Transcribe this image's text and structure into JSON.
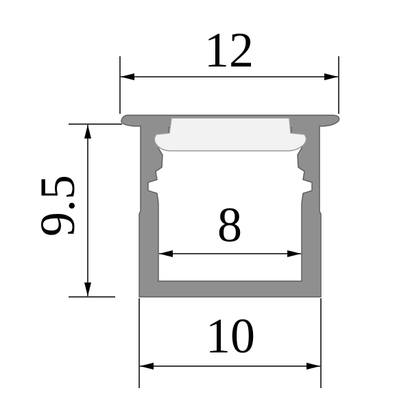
{
  "dimensions": {
    "top_width": "12",
    "height": "9.5",
    "inner_width": "8",
    "bottom_width": "10"
  },
  "colors": {
    "profile_fill": "#8f8f8f",
    "profile_stroke": "#5e5e5e",
    "diffuser_fill": "#f2f2f2",
    "diffuser_stroke": "#9a9a9a",
    "line": "#000000",
    "background": "#ffffff"
  }
}
